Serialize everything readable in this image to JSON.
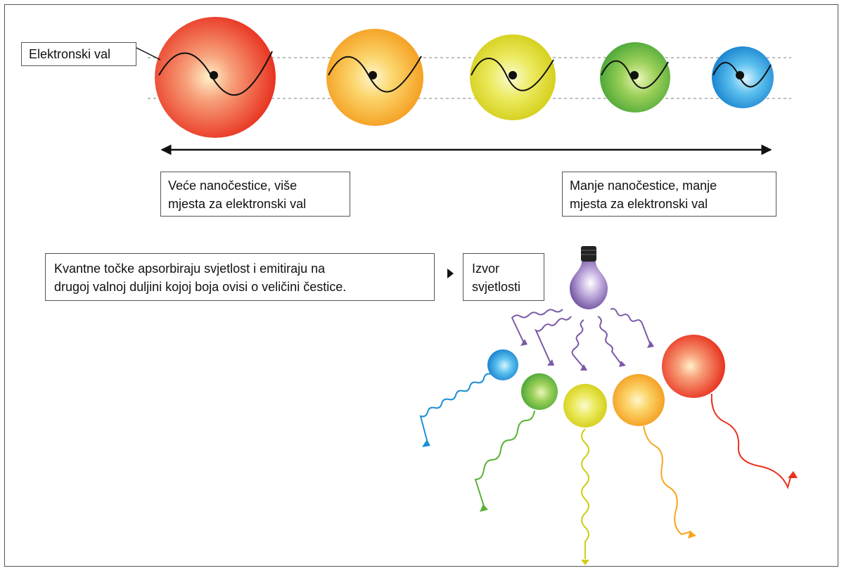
{
  "labels": {
    "electron_wave": "Elektronski val",
    "larger_particles": [
      "Veće nanočestice, više",
      "mjesta za elektronski val"
    ],
    "smaller_particles": [
      "Manje nanočestice, manje",
      "mjesta za elektronski val"
    ],
    "quantum_dots": [
      "Kvantne točke apsorbiraju svjetlost i emitiraju na",
      "drugoj valnoj duljini kojoj boja ovisi o veličini čestice."
    ],
    "light_source": [
      "Izvor",
      "svjetlosti"
    ]
  },
  "colors": {
    "red": "#e8321f",
    "orange": "#f7a51c",
    "yellow": "#d8d41c",
    "green": "#5bb136",
    "blue": "#1e8fd6",
    "violet": "#7b5aa6",
    "frame": "#555555",
    "wave": "#111111"
  },
  "icons": [
    "light-bulb-icon",
    "triangle-pointer-icon",
    "double-arrow-icon"
  ]
}
